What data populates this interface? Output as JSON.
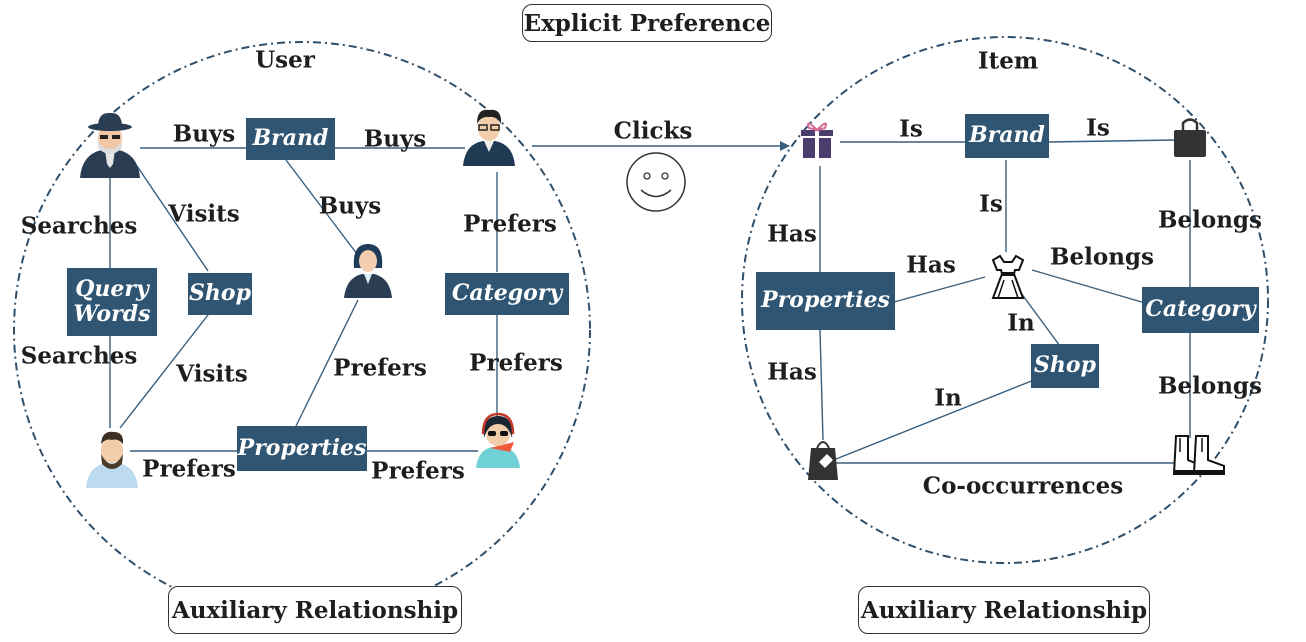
{
  "header": {
    "title": "Explicit Preference"
  },
  "footer": {
    "left_caption": "Auxiliary Relationship",
    "right_caption": "Auxiliary Relationship"
  },
  "user_graph": {
    "title": "User",
    "nodes": {
      "brand": "Brand",
      "query_words_line1": "Query",
      "query_words_line2": "Words",
      "shop": "Shop",
      "category": "Category",
      "properties": "Properties"
    },
    "edges": {
      "buys_left": "Buys",
      "buys_right": "Buys",
      "buys_down": "Buys",
      "visits_upper": "Visits",
      "visits_lower": "Visits",
      "searches_upper": "Searches",
      "searches_lower": "Searches",
      "prefers_upper_right": "Prefers",
      "prefers_lower_right": "Prefers",
      "prefers_middle": "Prefers",
      "prefers_bottom_left": "Prefers",
      "prefers_bottom_right": "Prefers"
    }
  },
  "center": {
    "clicks": "Clicks"
  },
  "item_graph": {
    "title": "Item",
    "nodes": {
      "brand": "Brand",
      "properties": "Properties",
      "category": "Category",
      "shop": "Shop"
    },
    "edges": {
      "is_left": "Is",
      "is_right": "Is",
      "is_down": "Is",
      "has_upper": "Has",
      "has_middle": "Has",
      "has_lower": "Has",
      "belongs_upper": "Belongs",
      "belongs_middle": "Belongs",
      "belongs_lower": "Belongs",
      "in_upper": "In",
      "in_lower": "In",
      "co_occurrences": "Co-occurrences"
    }
  },
  "colors": {
    "node_fill": "#2f5572",
    "line": "#3a5f7d",
    "text": "#1e1e1e",
    "circle": "#2f4f6a"
  },
  "icons": [
    "spy-user-icon",
    "glasses-man-icon",
    "woman-user-icon",
    "bearded-man-icon",
    "headphones-woman-icon",
    "smiley-face-icon",
    "gift-box-icon",
    "shopping-bag-icon",
    "dress-icon",
    "tag-bag-icon",
    "boots-icon"
  ]
}
